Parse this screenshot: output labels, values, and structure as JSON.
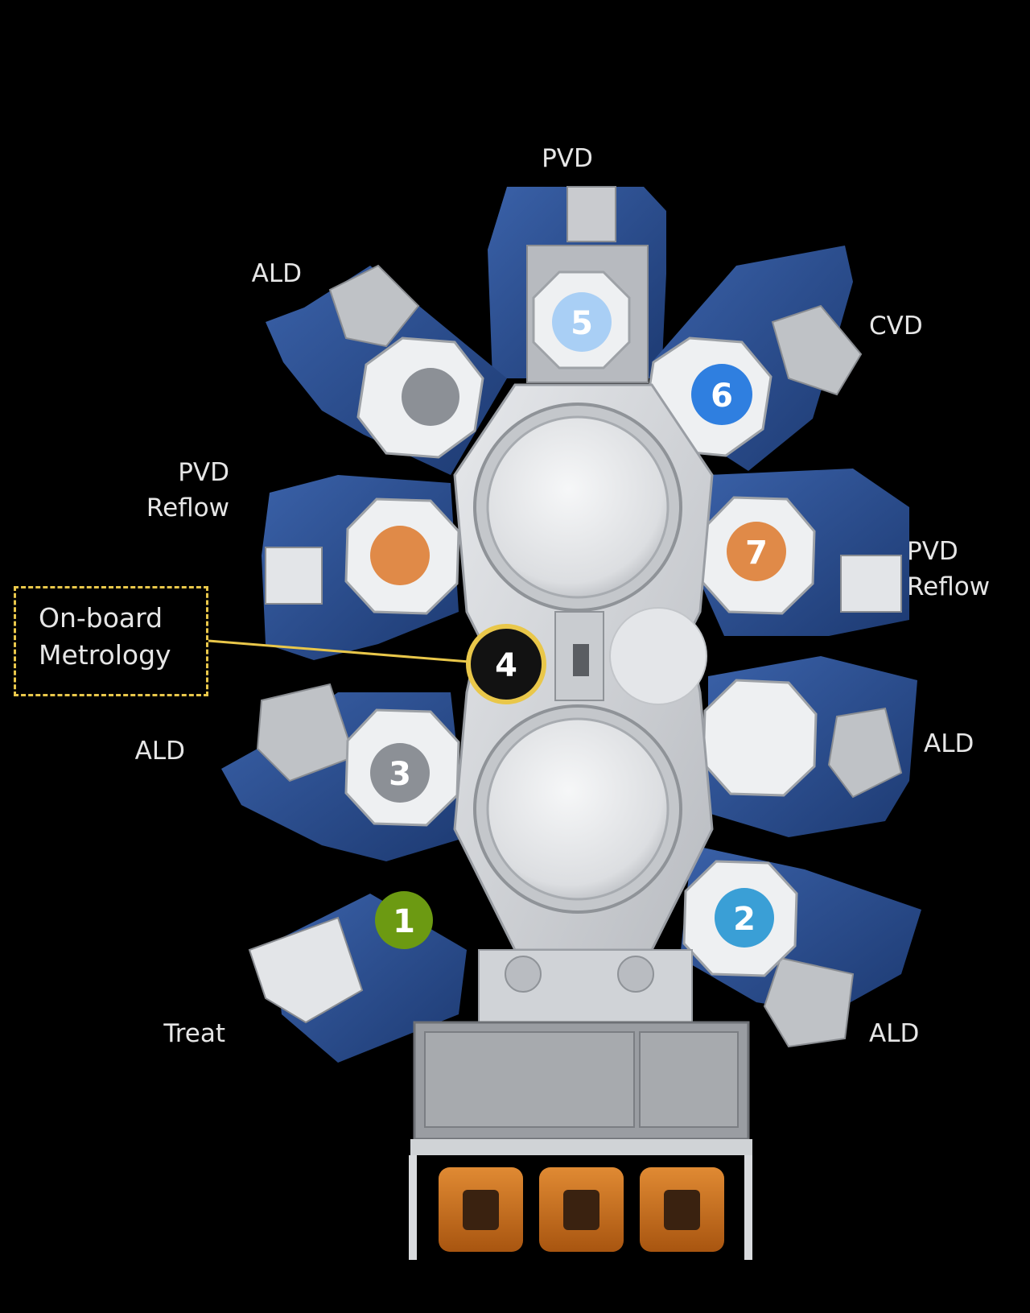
{
  "chambers": [
    {
      "id": "pvd-top",
      "label": "PVD",
      "number": "5",
      "disc_color": "#a9cff5",
      "number_color": "#ffffff"
    },
    {
      "id": "cvd",
      "label": "CVD",
      "number": "6",
      "disc_color": "#2f7fe0",
      "number_color": "#ffffff"
    },
    {
      "id": "pvd-reflow-right",
      "label_line1": "PVD",
      "label_line2": "Reflow",
      "number": "7",
      "disc_color": "#e08a48",
      "number_color": "#ffffff"
    },
    {
      "id": "ald-right",
      "label": "ALD",
      "number": "",
      "disc_color": "",
      "number_color": ""
    },
    {
      "id": "ald-bottom-right",
      "label": "ALD",
      "number": "2",
      "disc_color": "#3a9fd6",
      "number_color": "#ffffff"
    },
    {
      "id": "treat",
      "label": "Treat",
      "number": "1",
      "disc_color": "#6c9a12",
      "number_color": "#ffffff"
    },
    {
      "id": "ald-left",
      "label": "ALD",
      "number": "3",
      "disc_color": "#8c9096",
      "number_color": "#ffffff"
    },
    {
      "id": "pvd-reflow-left",
      "label_line1": "PVD",
      "label_line2": "Reflow",
      "number": "",
      "disc_color": "#e08a48",
      "number_color": ""
    },
    {
      "id": "ald-top-left",
      "label": "ALD",
      "number": "",
      "disc_color": "#8c9096",
      "number_color": ""
    }
  ],
  "metrology": {
    "line1": "On-board",
    "line2": "Metrology",
    "number": "4",
    "ring_color": "#e9c74a",
    "disc_color": "#121212"
  },
  "colors": {
    "background": "#000000",
    "module_blue": "#27498a",
    "mainframe": "#d4d6d9",
    "loadport_orange": "#c46a18",
    "callout": "#e9c74a"
  }
}
